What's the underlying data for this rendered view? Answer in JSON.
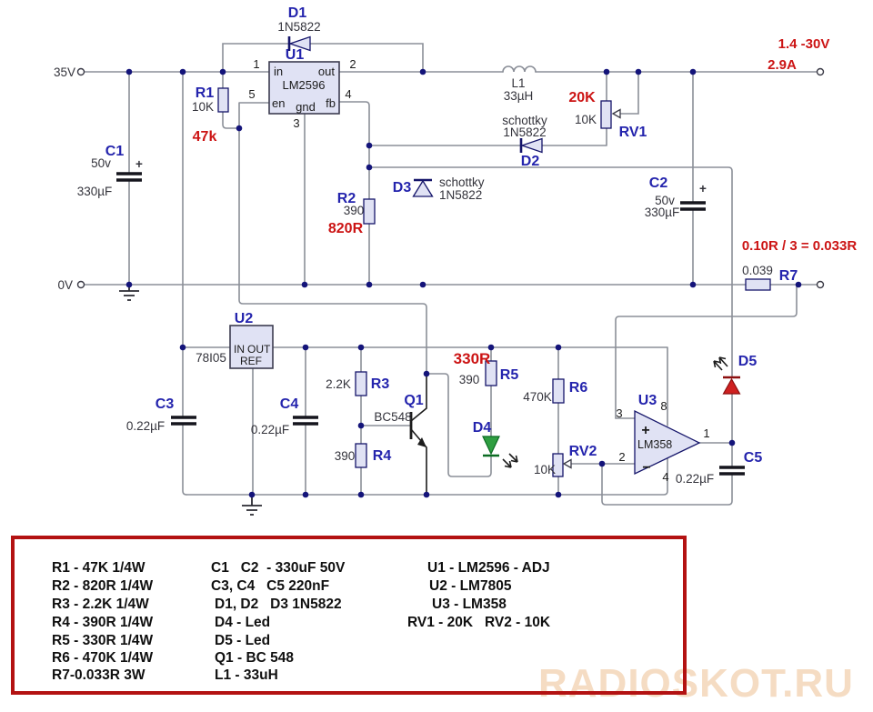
{
  "terminals": {
    "vin": "35V",
    "gnd": "0V",
    "vout": "1.4 -30V",
    "iout": "2.9A"
  },
  "u1": {
    "ref": "U1",
    "part": "LM2596",
    "pin_in": "in",
    "pin_out": "out",
    "pin_en": "en",
    "pin_gnd": "gnd",
    "pin_fb": "fb",
    "n1": "1",
    "n2": "2",
    "n3": "3",
    "n4": "4",
    "n5": "5"
  },
  "u2": {
    "ref": "U2",
    "part": "78I05",
    "pin_in": "IN",
    "pin_out": "OUT",
    "pin_ref": "REF"
  },
  "u3": {
    "ref": "U3",
    "part": "LM358",
    "plus": "+",
    "minus": "−",
    "n1": "1",
    "n2": "2",
    "n3": "3",
    "n4": "4",
    "n8": "8"
  },
  "d1": {
    "ref": "D1",
    "part": "1N5822"
  },
  "d2": {
    "ref": "D2",
    "type": "schottky",
    "part": "1N5822"
  },
  "d3": {
    "ref": "D3",
    "type": "schottky",
    "part": "1N5822"
  },
  "d4": {
    "ref": "D4"
  },
  "d5": {
    "ref": "D5"
  },
  "r1": {
    "ref": "R1",
    "value": "10K",
    "override": "47k"
  },
  "r2": {
    "ref": "R2",
    "value": "390",
    "override": "820R"
  },
  "r3": {
    "ref": "R3",
    "value": "2.2K"
  },
  "r4": {
    "ref": "R4",
    "value": "390"
  },
  "r5": {
    "ref": "R5",
    "value": "390",
    "override": "330R"
  },
  "r6": {
    "ref": "R6",
    "value": "470K"
  },
  "r7": {
    "ref": "R7",
    "value": "0.039",
    "note": "0.10R / 3 = 0.033R"
  },
  "rv1": {
    "ref": "RV1",
    "value": "10K",
    "override": "20K"
  },
  "rv2": {
    "ref": "RV2",
    "value": "10K"
  },
  "q1": {
    "ref": "Q1",
    "part": "BC548"
  },
  "l1": {
    "ref": "L1",
    "value": "33µH"
  },
  "c1": {
    "ref": "C1",
    "volt": "50v",
    "value": "330µF",
    "plus": "+"
  },
  "c2": {
    "ref": "C2",
    "volt": "50v",
    "value": "330µF",
    "plus": "+"
  },
  "c3": {
    "ref": "C3",
    "value": "0.22µF"
  },
  "c4": {
    "ref": "C4",
    "value": "0.22µF"
  },
  "c5": {
    "ref": "C5",
    "value": "0.22µF"
  },
  "parts_list": {
    "col1": [
      "R1 - 47K 1/4W",
      "R2 - 820R 1/4W",
      "R3 - 2.2K  1/4W",
      "R4 - 390R 1/4W",
      "R5 - 330R 1/4W",
      "R6 - 470K 1/4W",
      "R7-0.033R 3W"
    ],
    "col2": [
      "C1   C2  - 330uF 50V",
      "C3, C4   C5 220nF",
      "D1, D2   D3 1N5822",
      "D4 - Led",
      "D5 - Led",
      "Q1 - BC 548",
      "L1 - 33uH"
    ],
    "col3": [
      "U1 - LM2596 - ADJ",
      "U2 - LM7805",
      "U3 - LM358",
      "RV1 - 20K   RV2 - 10K"
    ]
  },
  "watermark": "RADIOSKOT.RU"
}
